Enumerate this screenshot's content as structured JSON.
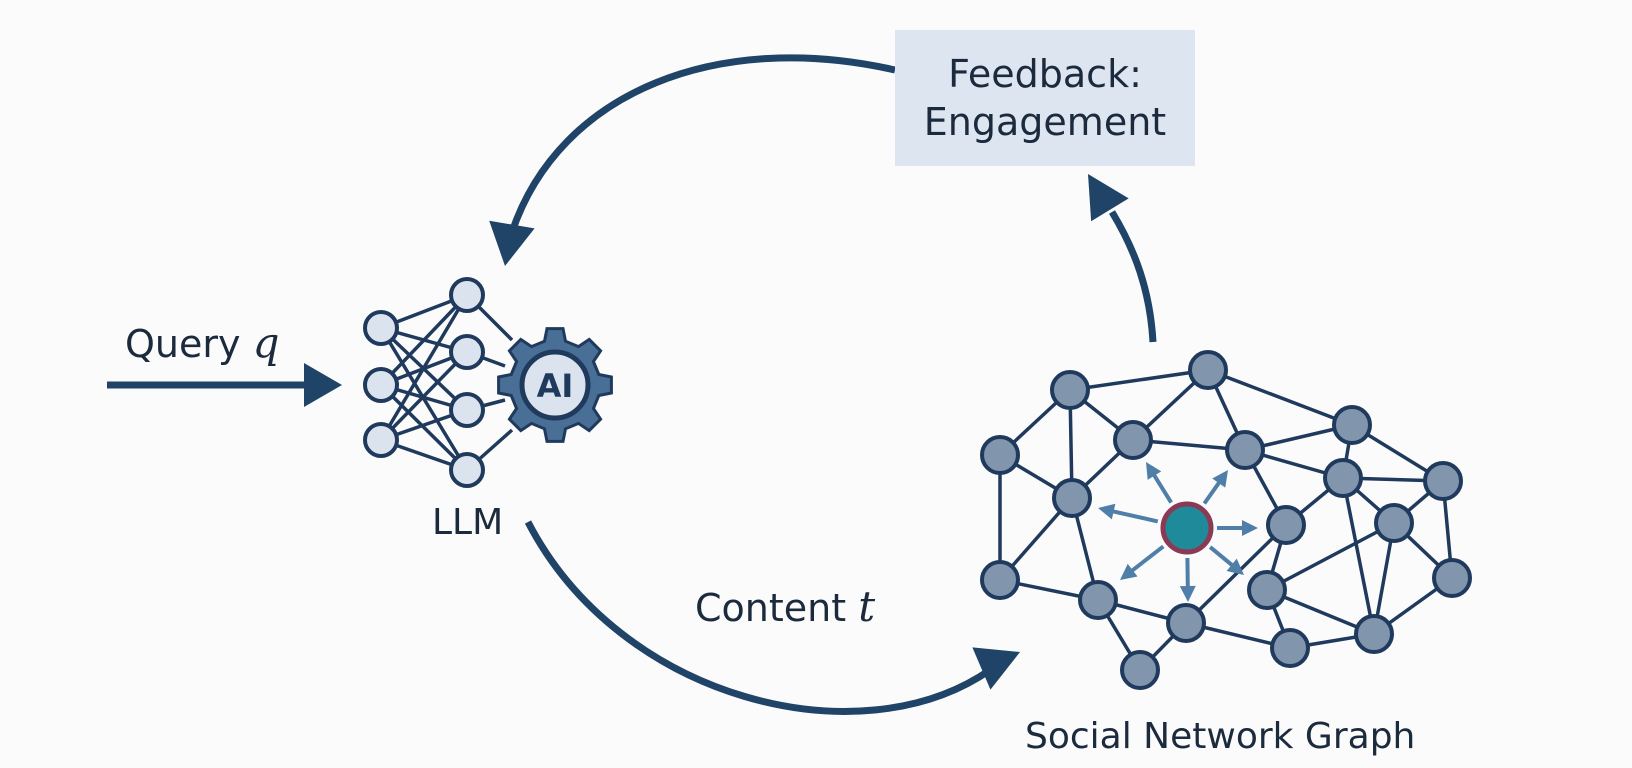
{
  "colors": {
    "background": "#fbfbfb",
    "arrow": "#1f4468",
    "node_fill": "#8195ad",
    "node_stroke": "#1f3a5c",
    "llm_node_fill": "#dbe3ee",
    "gear": "#4a6f96",
    "center_node": "#1f8a9a",
    "center_ring": "#8a3a55",
    "propagation_arrow": "#4f7fa8",
    "feedback_box": "#dde6f0",
    "text": "#1b2a3d"
  },
  "labels": {
    "query_text": "Query ",
    "query_var": "q",
    "llm": "LLM",
    "ai_badge": "AI",
    "content_text": "Content ",
    "content_var": "t",
    "feedback_line1": "Feedback:",
    "feedback_line2": "Engagement",
    "graph": "Social Network Graph"
  },
  "icons": {
    "llm": "neural-network-icon",
    "ai": "gear-icon"
  }
}
